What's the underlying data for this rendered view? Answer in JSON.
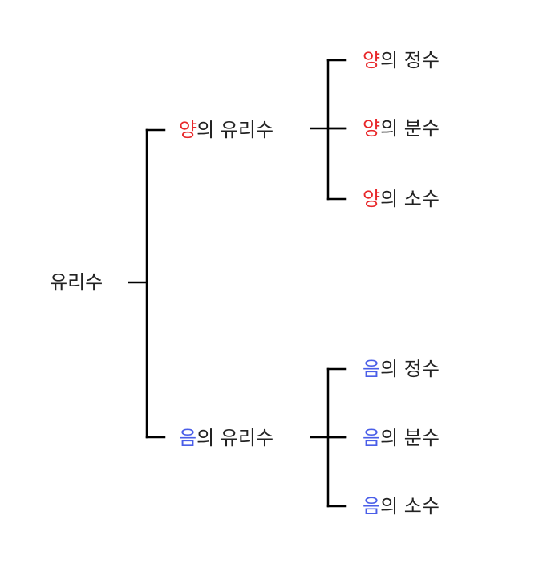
{
  "colors": {
    "line": "#000000",
    "text": "#222222",
    "positive": "#e8282b",
    "negative": "#4a5ee8"
  },
  "root": {
    "label": "유리수"
  },
  "positive": {
    "mark": "양",
    "label": "의 유리수",
    "children": [
      {
        "mark": "양",
        "label": "의 정수"
      },
      {
        "mark": "양",
        "label": "의 분수"
      },
      {
        "mark": "양",
        "label": "의 소수"
      }
    ]
  },
  "negative": {
    "mark": "음",
    "label": "의 유리수",
    "children": [
      {
        "mark": "음",
        "label": "의 정수"
      },
      {
        "mark": "음",
        "label": "의 분수"
      },
      {
        "mark": "음",
        "label": "의 소수"
      }
    ]
  }
}
